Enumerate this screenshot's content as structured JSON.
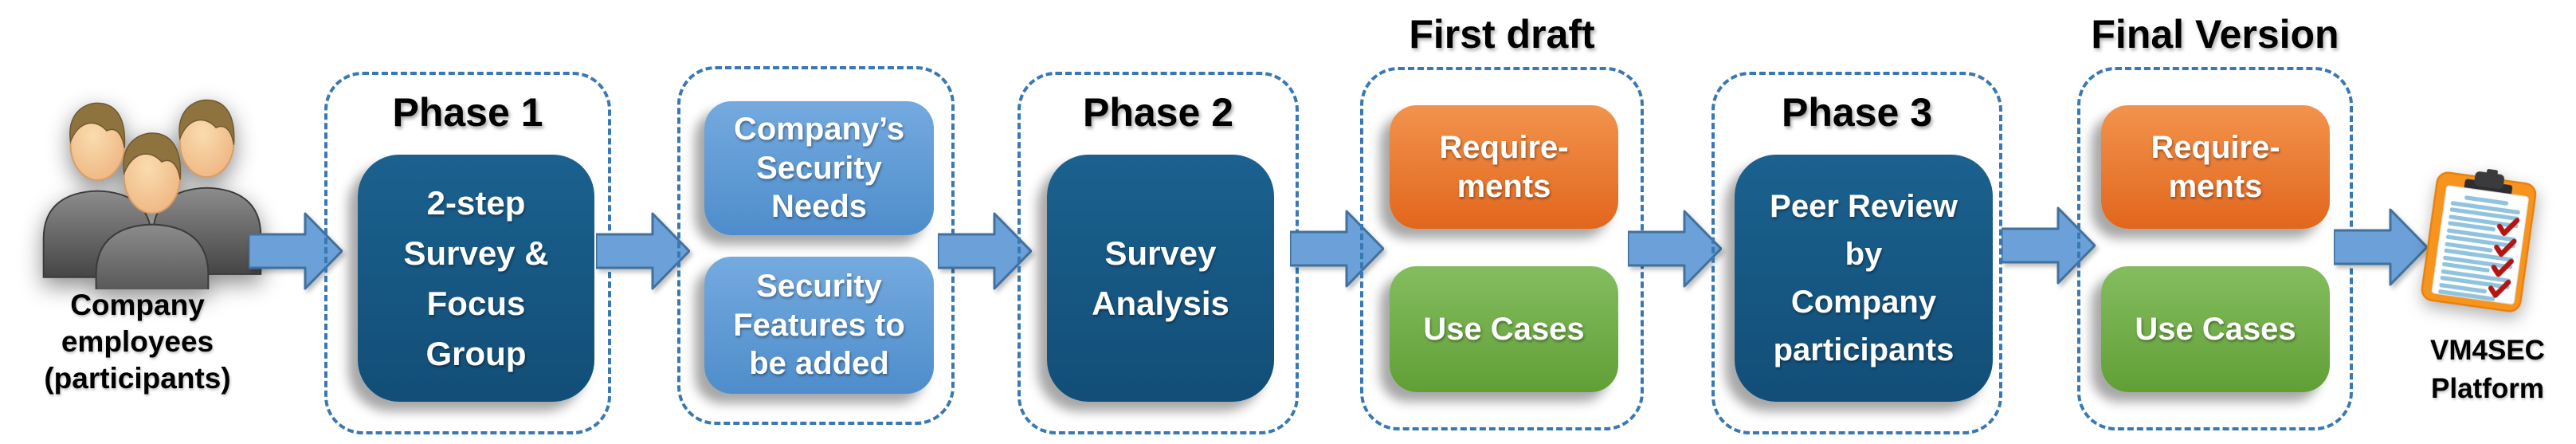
{
  "diagram": {
    "source": {
      "caption": "Company\nemployees\n(participants)"
    },
    "phase1": {
      "title": "Phase 1",
      "box": "2-step\nSurvey &\nFocus\nGroup"
    },
    "outputs1": {
      "top_box": "Company’s\nSecurity\nNeeds",
      "bottom_box": "Security\nFeatures to\nbe added"
    },
    "phase2": {
      "title": "Phase 2",
      "box": "Survey\nAnalysis"
    },
    "first_draft": {
      "title": "First draft",
      "top_box": "Require-\nments",
      "bottom_box": "Use Cases"
    },
    "phase3": {
      "title": "Phase 3",
      "box": "Peer Review\nby\nCompany\nparticipants"
    },
    "final_version": {
      "title": "Final Version",
      "top_box": "Require-\nments",
      "bottom_box": "Use Cases"
    },
    "sink": {
      "caption": "VM4SEC\nPlatform"
    }
  },
  "icons": {
    "people": "people-group-icon",
    "clipboard": "checklist-clipboard-icon",
    "arrow": "right-arrow-icon"
  },
  "colors": {
    "dark_blue": "#15567E",
    "light_blue": "#5B9BD5",
    "orange": "#ED7D31",
    "green": "#70AD47",
    "arrow_fill": "#6BA1D8",
    "arrow_border": "#41719C",
    "dashed_border": "#3878B4",
    "title_text": "#000000",
    "box_text": "#FFFFFF"
  }
}
